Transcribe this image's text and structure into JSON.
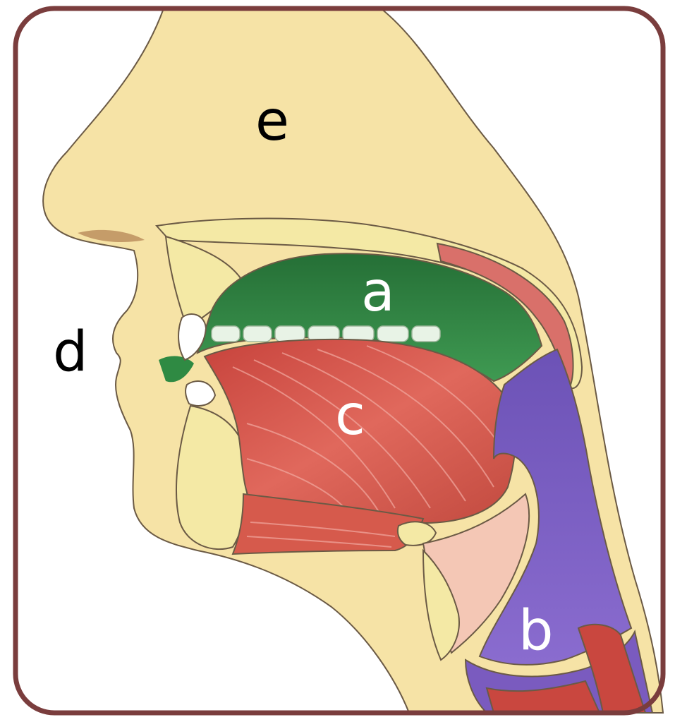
{
  "colors": {
    "frame": "#7a3d3d",
    "skin": "#f6e3a6",
    "skin_outline": "#6b5a45",
    "bone": "#f4e9a5",
    "oral_cavity": "#2f8a43",
    "tongue": "#d9544a",
    "pharynx": "#7a5bbf",
    "soft_tissue": "#f4c7b5",
    "tooth": "#ffffff"
  },
  "labels": {
    "a": "a",
    "b": "b",
    "c": "c",
    "d": "d",
    "e": "e"
  }
}
